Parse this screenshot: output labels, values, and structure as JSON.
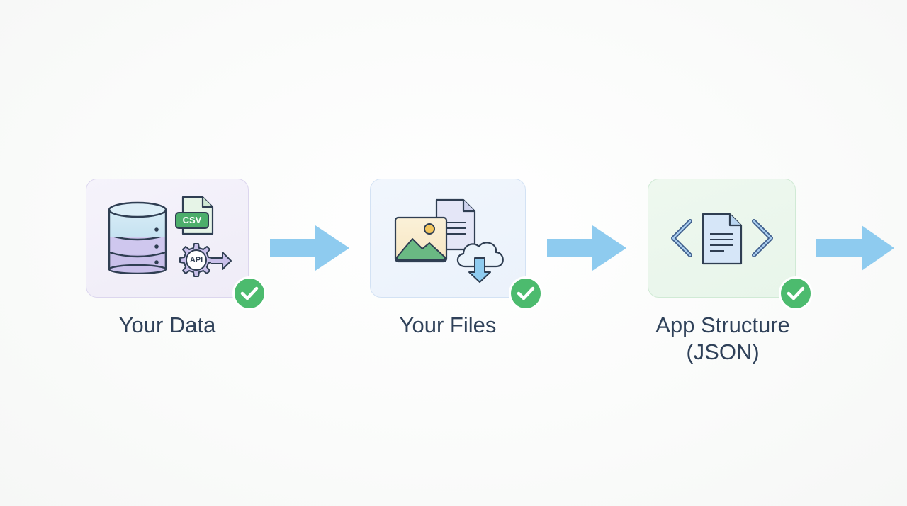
{
  "steps": [
    {
      "label": "Your Data",
      "badge_csv": "CSV",
      "badge_api": "API"
    },
    {
      "label": "Your Files"
    },
    {
      "label_line1": "App Structure",
      "label_line2": "(JSON)"
    }
  ],
  "icons": {
    "step1": [
      "database-icon",
      "csv-file-icon",
      "api-gear-icon"
    ],
    "step2": [
      "image-icon",
      "document-icon",
      "cloud-download-icon"
    ],
    "step3": [
      "code-document-icon"
    ],
    "status": "check-icon",
    "connector": "arrow-right-icon"
  },
  "colors": {
    "check": "#4cbb6e",
    "arrow": "#8ecbef",
    "csv_badge": "#4cae6b",
    "label": "#2f4159"
  }
}
